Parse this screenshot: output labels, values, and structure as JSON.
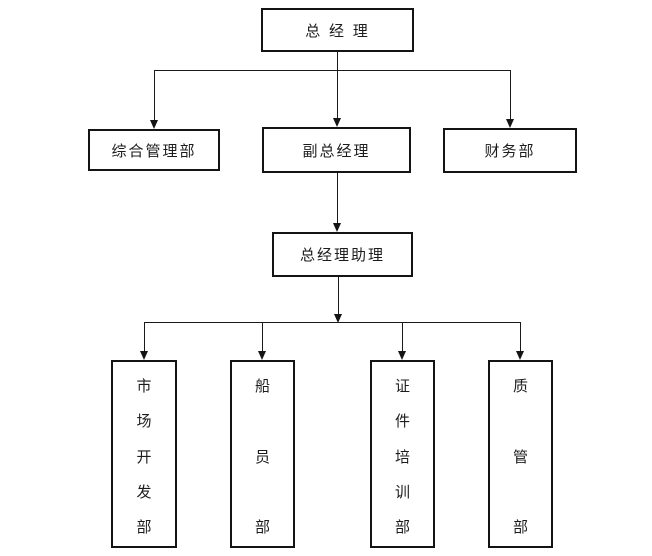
{
  "colors": {
    "background": "#ffffff",
    "box_border": "#141414",
    "connector_line": "#1a1a1a",
    "text": "#1c1c1c"
  },
  "org_chart": {
    "root": {
      "label": "总 经 理"
    },
    "level2": [
      {
        "label": "综合管理部"
      },
      {
        "label": "副总经理"
      },
      {
        "label": "财务部"
      }
    ],
    "level3": {
      "label": "总经理助理"
    },
    "level4": [
      {
        "label": "市场开发部"
      },
      {
        "label": "船员部"
      },
      {
        "label": "证件培训部"
      },
      {
        "label": "质管部"
      }
    ]
  }
}
